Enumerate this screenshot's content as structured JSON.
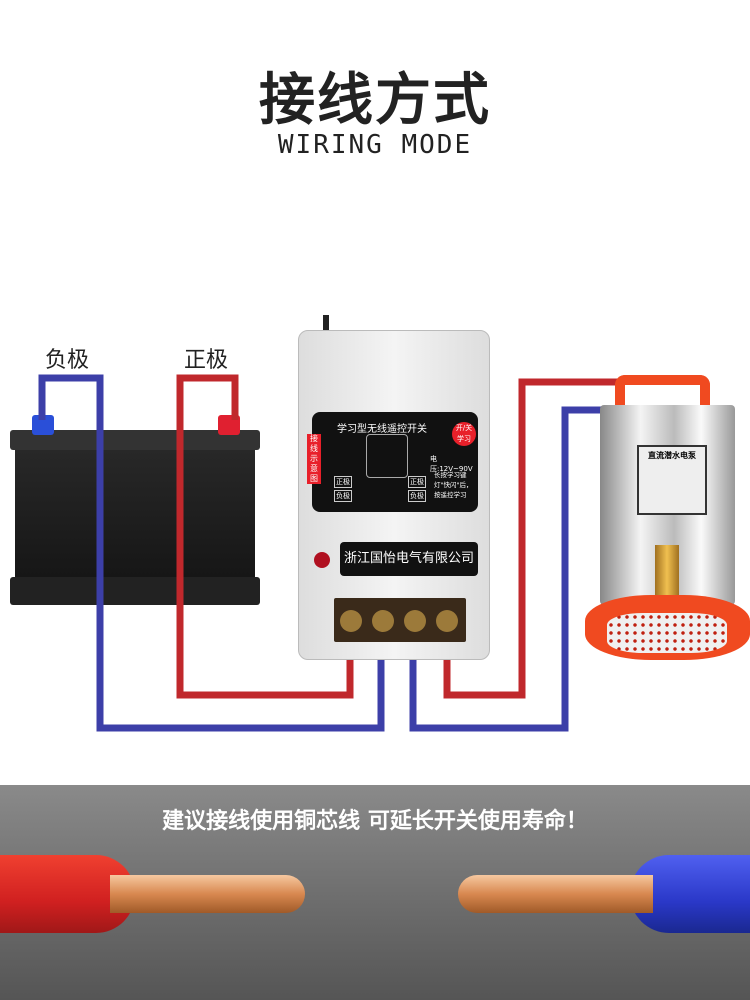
{
  "header": {
    "title": "接线方式",
    "subtitle": "WIRING MODE"
  },
  "battery": {
    "negative_label": "负极",
    "positive_label": "正极"
  },
  "controller": {
    "panel_title": "学习型无线遥控开关",
    "side_tag": "接线示意图",
    "button_label": "开/关 学习",
    "voltage": "电压:12V~90V",
    "pos_left": "正极",
    "pos_right": "正极",
    "neg_left": "负极",
    "neg_right": "负极",
    "instruction": "长按学习键灯\"快闪\"后，按遥控学习",
    "company": "浙江国怡电气有限公司"
  },
  "pump": {
    "label": "直流潜水电泵"
  },
  "footer": {
    "slogan": "建议接线使用铜芯线 可延长开关使用寿命！"
  },
  "colors": {
    "positive_wire": "#c0282c",
    "negative_wire": "#3c3fa8",
    "accent_red": "#e8202a"
  }
}
